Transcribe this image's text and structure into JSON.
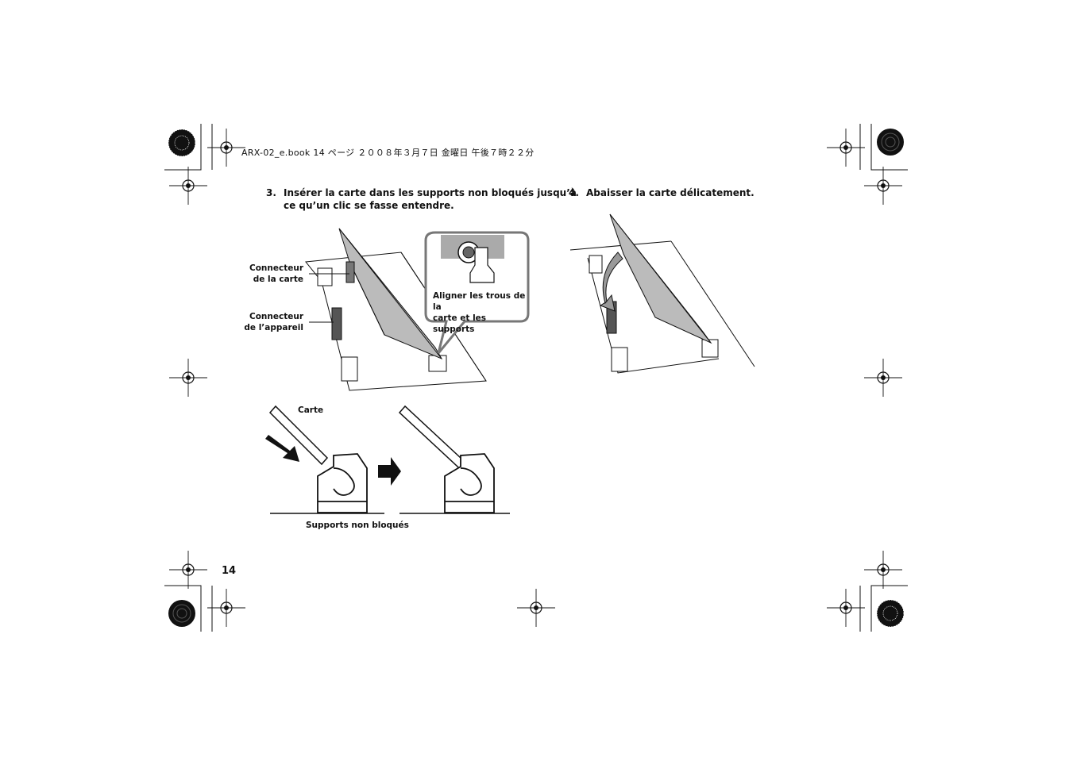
{
  "header": {
    "print_line": "ARX-02_e.book  14 ページ  ２００８年３月７日  金曜日  午後７時２２分"
  },
  "steps": [
    {
      "number": "3.",
      "text_line1": "Insérer la carte dans les supports non bloqués jusqu’à",
      "text_line2": "ce qu’un clic se fasse entendre."
    },
    {
      "number": "4.",
      "text_line1": "Abaisser la carte délicatement."
    }
  ],
  "figure_labels": {
    "connector_card_line1": "Connecteur",
    "connector_card_line2": "de la carte",
    "connector_device_line1": "Connecteur",
    "connector_device_line2": "de l’appareil",
    "callout_line1": "Aligner les trous de la",
    "callout_line2": "carte et les supports",
    "card": "Carte",
    "supports": "Supports non bloqués"
  },
  "page_number": "14"
}
